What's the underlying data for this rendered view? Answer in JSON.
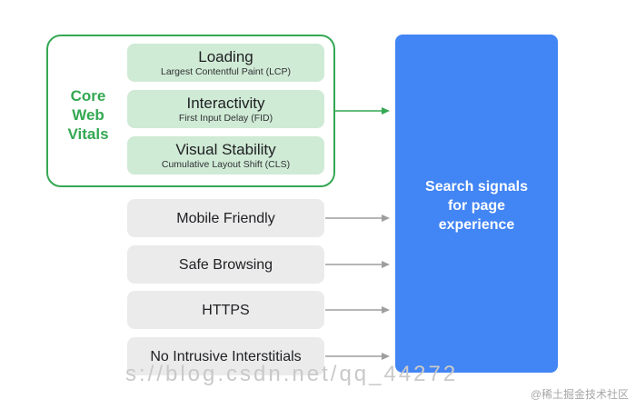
{
  "core_web_vitals": {
    "label_lines": [
      "Core",
      "Web",
      "Vitals"
    ],
    "color": "#34a853",
    "items": [
      {
        "title": "Loading",
        "subtitle": "Largest Contentful Paint (LCP)"
      },
      {
        "title": "Interactivity",
        "subtitle": "First Input Delay (FID)"
      },
      {
        "title": "Visual Stability",
        "subtitle": "Cumulative Layout Shift (CLS)"
      }
    ]
  },
  "other_signals": [
    {
      "title": "Mobile Friendly"
    },
    {
      "title": "Safe Browsing"
    },
    {
      "title": "HTTPS"
    },
    {
      "title": "No Intrusive Interstitials"
    }
  ],
  "result": {
    "lines": [
      "Search signals",
      "for page",
      "experience"
    ],
    "color": "#4285f4"
  },
  "watermark": {
    "partial_url": "s://blog.csdn.net/qq_44272",
    "site": "@稀土掘金技术社区"
  }
}
